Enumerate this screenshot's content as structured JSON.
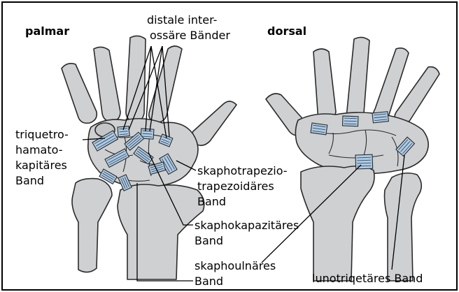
{
  "panels": {
    "left_title": "palmar",
    "right_title": "dorsal"
  },
  "labels": {
    "distal_interosseous": [
      "distale inter-",
      "ossäre Bänder"
    ],
    "triquetrohamatocapitate": [
      "triquetro-",
      "hamato-",
      "kapitäres",
      "Band"
    ],
    "scaphotrapeziotrapezoid": [
      "skaphotrapezio-",
      "trapezoidäres",
      "Band"
    ],
    "scaphocapitate": [
      "skaphokapazitäres",
      "Band"
    ],
    "scaphoulnar": [
      "skaphoulnäres",
      "Band"
    ],
    "lunotriquetral": [
      "lunotriqetäres Band"
    ]
  },
  "colors": {
    "bone": "#cfd0d2",
    "ligament": "#aecbe6",
    "outline": "#2b2b2b"
  }
}
